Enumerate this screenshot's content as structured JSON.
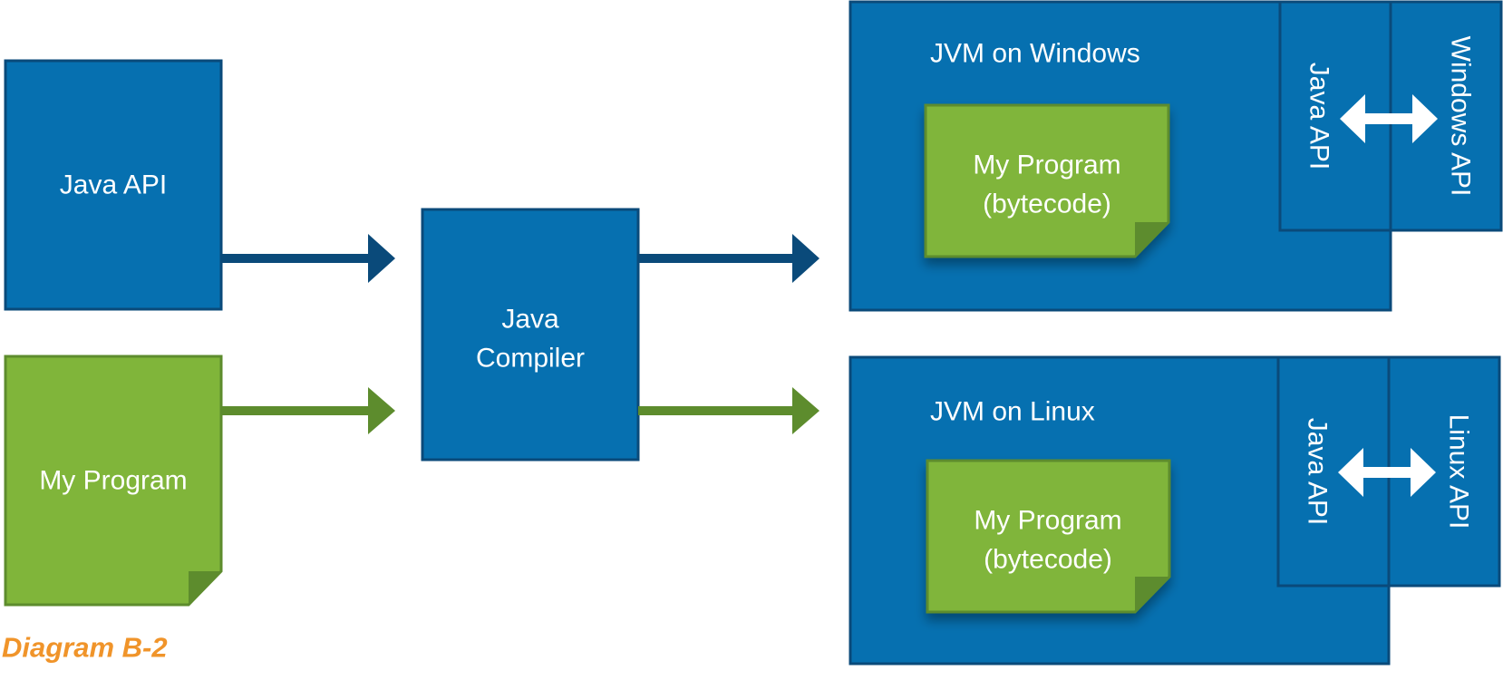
{
  "labels": {
    "java_api": "Java API",
    "my_program": "My Program",
    "compiler_line1": "Java",
    "compiler_line2": "Compiler",
    "jvm_windows": "JVM on Windows",
    "jvm_linux": "JVM on Linux",
    "bytecode_line1": "My Program",
    "bytecode_line2": "(bytecode)",
    "java_api_vertical": "Java API",
    "windows_api": "Windows API",
    "linux_api": "Linux API"
  },
  "caption": "Diagram B-2",
  "colors": {
    "blue": "#0670b0",
    "blue_border": "#0a4a7a",
    "green": "#80b53a",
    "green_border": "#5d8c2d",
    "dark_arrow": "#0a4a7a",
    "caption": "#f0942a"
  }
}
